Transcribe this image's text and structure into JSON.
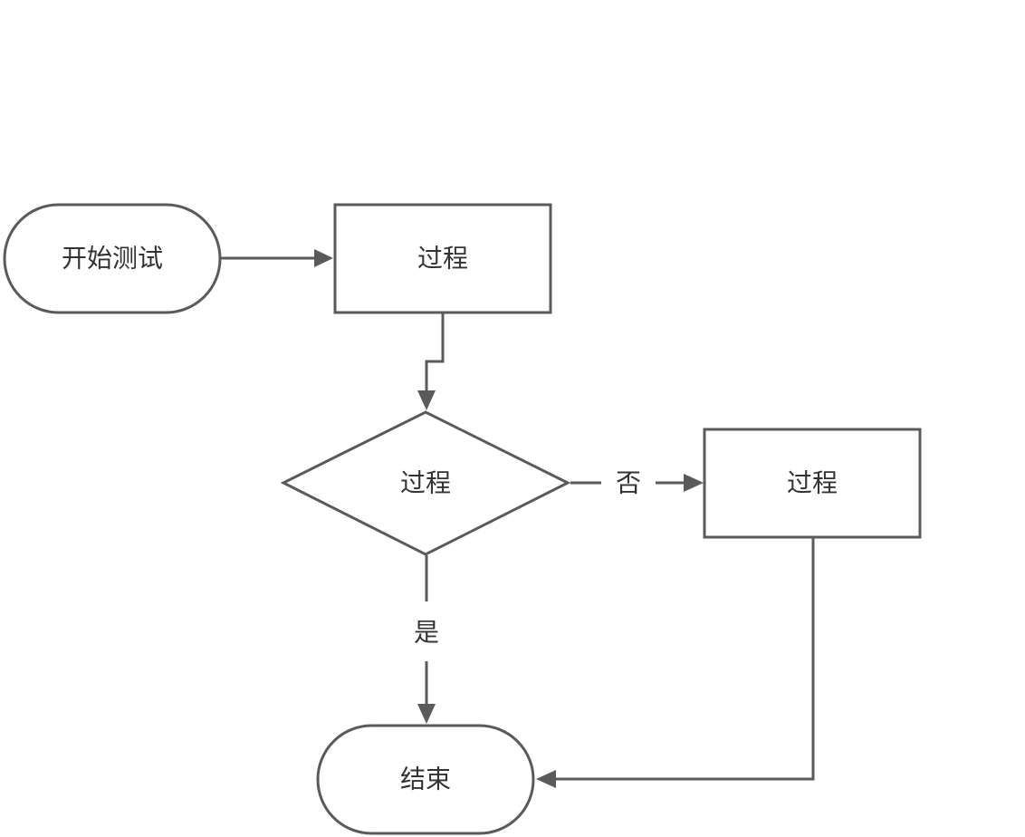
{
  "nodes": {
    "start": {
      "label": "开始测试",
      "shape": "terminator"
    },
    "process1": {
      "label": "过程",
      "shape": "process"
    },
    "decision": {
      "label": "过程",
      "shape": "decision"
    },
    "process2": {
      "label": "过程",
      "shape": "process"
    },
    "end": {
      "label": "结束",
      "shape": "terminator"
    }
  },
  "edges": {
    "start_to_process1": {
      "from": "start",
      "to": "process1",
      "label": ""
    },
    "process1_to_decision": {
      "from": "process1",
      "to": "decision",
      "label": ""
    },
    "decision_no": {
      "from": "decision",
      "to": "process2",
      "label": "否"
    },
    "decision_yes": {
      "from": "decision",
      "to": "end",
      "label": "是"
    },
    "process2_to_end": {
      "from": "process2",
      "to": "end",
      "label": ""
    }
  },
  "colors": {
    "stroke": "#5a5a5a",
    "fill": "#ffffff",
    "text": "#333333"
  }
}
